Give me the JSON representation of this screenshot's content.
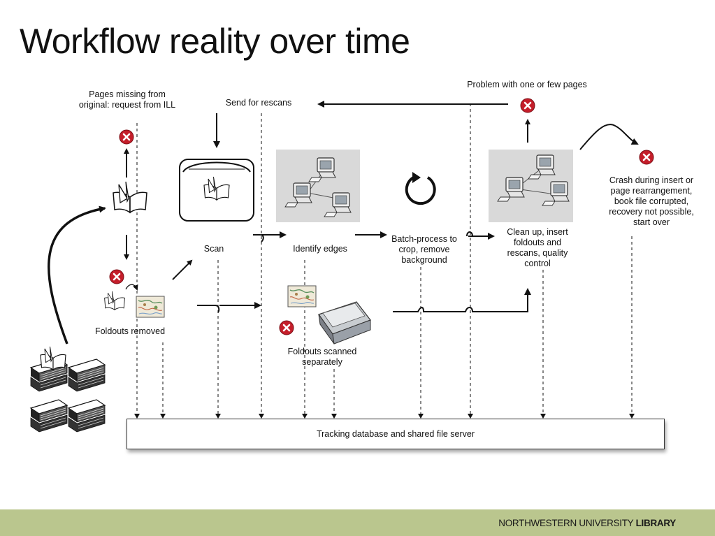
{
  "title": "Workflow reality over time",
  "labels": {
    "pages_missing": "Pages missing from original: request from ILL",
    "send_rescans": "Send for rescans",
    "problem_pages": "Problem with one or few pages",
    "crash": "Crash during insert or page rearrangement, book file corrupted, recovery not possible, start over",
    "scan": "Scan",
    "identify_edges": "Identify edges",
    "batch_process": "Batch-process to crop, remove background",
    "cleanup": "Clean up, insert foldouts and rescans, quality control",
    "foldouts_removed": "Foldouts removed",
    "foldouts_scanned": "Foldouts scanned separately",
    "tracking_db": "Tracking database and shared file server"
  },
  "footer": {
    "org": "NORTHWESTERN UNIVERSITY",
    "unit": "LIBRARY"
  },
  "colors": {
    "footer_bar": "#bac68e",
    "error_red": "#c41e2a",
    "panel_gray": "#d9d9d9"
  },
  "icons": [
    "error-icon",
    "open-book-icon",
    "book-stack-icon",
    "book-scanner-icon",
    "computer-network-icon",
    "refresh-icon",
    "map-icon",
    "flatbed-scanner-icon"
  ]
}
